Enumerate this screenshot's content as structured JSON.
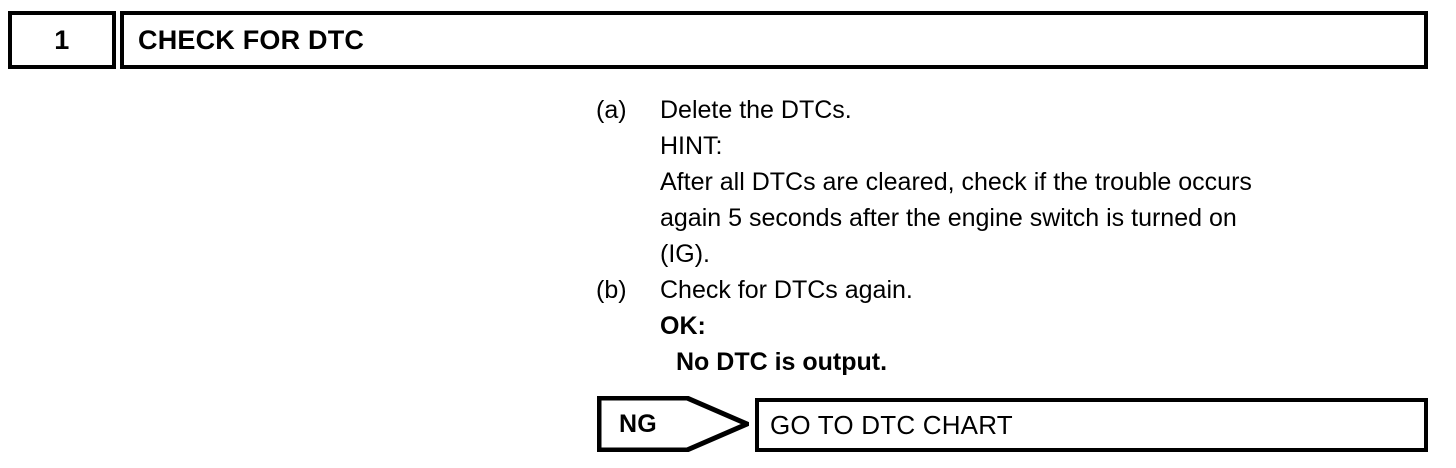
{
  "step": {
    "number": "1",
    "title": "CHECK FOR DTC"
  },
  "procedure": {
    "items": [
      {
        "marker": "(a)",
        "lines": [
          {
            "text": "Delete the DTCs.",
            "style": "normal",
            "indent": 0
          },
          {
            "text": "HINT:",
            "style": "normal",
            "indent": 0
          },
          {
            "text": "After all DTCs are cleared, check if the trouble occurs",
            "style": "normal",
            "indent": 0
          },
          {
            "text": "again 5 seconds after the engine switch is turned on",
            "style": "normal",
            "indent": 0
          },
          {
            "text": "(IG).",
            "style": "normal",
            "indent": 0
          }
        ]
      },
      {
        "marker": "(b)",
        "lines": [
          {
            "text": "Check for DTCs again.",
            "style": "normal",
            "indent": 0
          },
          {
            "text": "OK:",
            "style": "bold",
            "indent": 0
          },
          {
            "text": "No DTC is output.",
            "style": "bold",
            "indent": 1
          }
        ]
      }
    ],
    "item_a": {
      "marker": "(a)",
      "line_1": "Delete the DTCs.",
      "line_2": "HINT:",
      "line_3": "After all DTCs are cleared, check if the trouble occurs",
      "line_4": "again 5 seconds after the engine switch is turned on",
      "line_5": "(IG)."
    },
    "item_b": {
      "marker": "(b)",
      "line_1": "Check for DTCs again.",
      "ok_label": "OK:",
      "ok_condition": "No DTC is output."
    }
  },
  "result": {
    "ng_label": "NG",
    "goto_label": "GO TO DTC CHART"
  },
  "colors": {
    "ink": "#000000",
    "paper": "#ffffff"
  }
}
